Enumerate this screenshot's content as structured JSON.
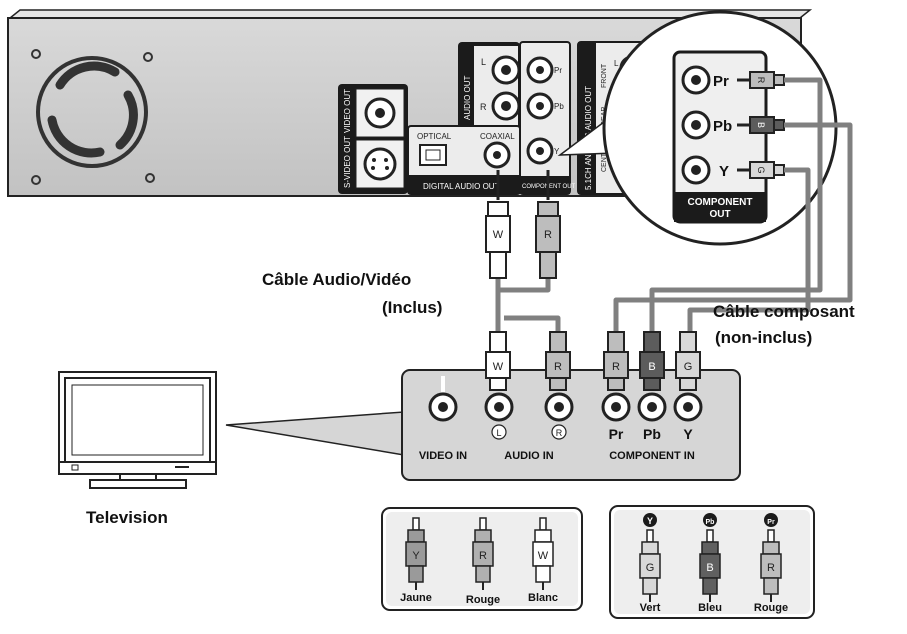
{
  "player": {
    "video_out": "VIDEO OUT",
    "svideo_out": "S-VIDEO OUT",
    "audio_out": "AUDIO OUT",
    "optical": "OPTICAL",
    "coaxial": "COAXIAL",
    "digital_audio_out": "DIGITAL AUDIO OUT",
    "component_out_small": "COMPONENT OUT",
    "analog_audio_out": "5.1CH ANALOG AUDIO OUT",
    "front": "FRONT",
    "rear": "REAR",
    "center": "CENTER",
    "jack_l": "L",
    "jack_r": "R",
    "jack_pr": "Pr",
    "jack_pb": "Pb",
    "jack_y": "Y"
  },
  "zoom": {
    "pr": "Pr",
    "pb": "Pb",
    "y": "Y",
    "plug_r": "R",
    "plug_b": "B",
    "plug_g": "G",
    "label_line1": "COMPONENT",
    "label_line2": "OUT"
  },
  "cables": {
    "av_line1": "Câble Audio/Vidéo",
    "av_line2": "(Inclus)",
    "comp_line1": "Câble composant",
    "comp_line2": "(non-inclus)",
    "plug_w": "W",
    "plug_r": "R",
    "plug_b": "B",
    "plug_g": "G"
  },
  "tv_panel": {
    "video_in": "VIDEO IN",
    "audio_in": "AUDIO IN",
    "component_in": "COMPONENT IN",
    "l_mark": "L",
    "r_mark": "R",
    "pr": "Pr",
    "pb": "Pb",
    "y": "Y"
  },
  "tv_label": "Television",
  "legend_left": {
    "items": [
      {
        "letter": "Y",
        "caption": "Jaune",
        "color": "#9a9a9a"
      },
      {
        "letter": "R",
        "caption": "Rouge",
        "color": "#b0b0b0"
      },
      {
        "letter": "W",
        "caption": "Blanc",
        "color": "#ffffff"
      }
    ]
  },
  "legend_right": {
    "items": [
      {
        "letter": "G",
        "badge": "Y",
        "caption": "Vert",
        "color": "#d8d8d8"
      },
      {
        "letter": "B",
        "badge": "Pb",
        "caption": "Bleu",
        "color": "#606060"
      },
      {
        "letter": "R",
        "badge": "Pr",
        "caption": "Rouge",
        "color": "#bdbdbd"
      }
    ]
  },
  "colors": {
    "panel": "#cfcfcf",
    "panel_dark": "#1a1a1a",
    "cable": "#8a8a8a"
  }
}
